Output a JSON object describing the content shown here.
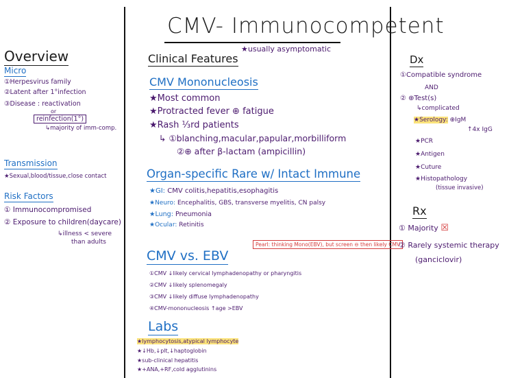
{
  "title": "CMV- Immunocompetent",
  "overview": {
    "heading": "Overview",
    "micro": {
      "heading": "Micro",
      "items": [
        "①Herpesvirus family",
        "②Latent after 1°infection",
        "③Disease : reactivation"
      ],
      "or": "or",
      "reinfection": "reinfection(1°)",
      "majority": "↳majority of imm-comp."
    },
    "transmission": {
      "heading": "Transmission",
      "text": "★Sexual,blood/tissue,close contact"
    },
    "risk": {
      "heading": "Risk Factors",
      "items": [
        "① Immunocompromised",
        "② Exposure to children(daycare)"
      ],
      "note1": "↳illness < severe",
      "note2": "than adults"
    }
  },
  "clinical": {
    "heading": "Clinical Features",
    "note": "★usually asymptomatic",
    "mono": {
      "heading": "CMV Mononucleosis",
      "items": [
        "★Most common",
        "★Protracted fever ⊕ fatigue",
        "★Rash ⅓rd patients"
      ],
      "sub1": "↳ ①blanching,macular,papular,morbilliform",
      "sub2": "②⊕ after β-lactam (ampicillin)"
    },
    "organ": {
      "heading": "Organ-specific Rare w/ Intact Immune",
      "gi_label": "★GI:",
      "gi_text": "CMV colitis,hepatitis,esophagitis",
      "neuro_label": "★Neuro:",
      "neuro_text": "Encephalitis, GBS, transverse myelitis, CN palsy",
      "lung_label": "★Lung:",
      "lung_text": "Pneumonia",
      "ocular_label": "★Ocular:",
      "ocular_text": "Retinitis"
    },
    "cmv_ebv": {
      "heading": "CMV vs. EBV",
      "pearl": "Pearl: thinking Mono(EBV), but screen ⊖ then likely CMV",
      "items": [
        "①CMV ↓likely cervical lymphadenopathy or pharyngitis",
        "②CMV ↓likely splenomegaly",
        "③CMV ↓likely diffuse lymphadenopathy",
        "④CMV-mononucleosis ↑age >EBV"
      ]
    },
    "labs": {
      "heading": "Labs",
      "items": [
        "★lymphocytosis,atypical lymphocyte",
        "★↓Hb,↓plt,↓haptoglobin",
        "★sub-clinical hepatitis",
        "★+ANA,+RF,cold agglutinins"
      ]
    }
  },
  "dx": {
    "heading": "Dx",
    "line1": "①Compatible syndrome",
    "and": "AND",
    "line2": "② ⊕Test(s)",
    "complicated": "↳complicated",
    "serology_label": "★Serology:",
    "serology_val": "⊕IgM",
    "serology_val2": "↑4x IgG",
    "tests": [
      "★PCR",
      "★Antigen",
      "★Cuture",
      "★Histopathology"
    ],
    "tissue": "(tissue invasive)"
  },
  "rx": {
    "heading": "Rx",
    "line1": "① Majority",
    "x_mark": "☒",
    "line2": "② Rarely systemic therapy",
    "line3": "(ganciclovir)"
  }
}
